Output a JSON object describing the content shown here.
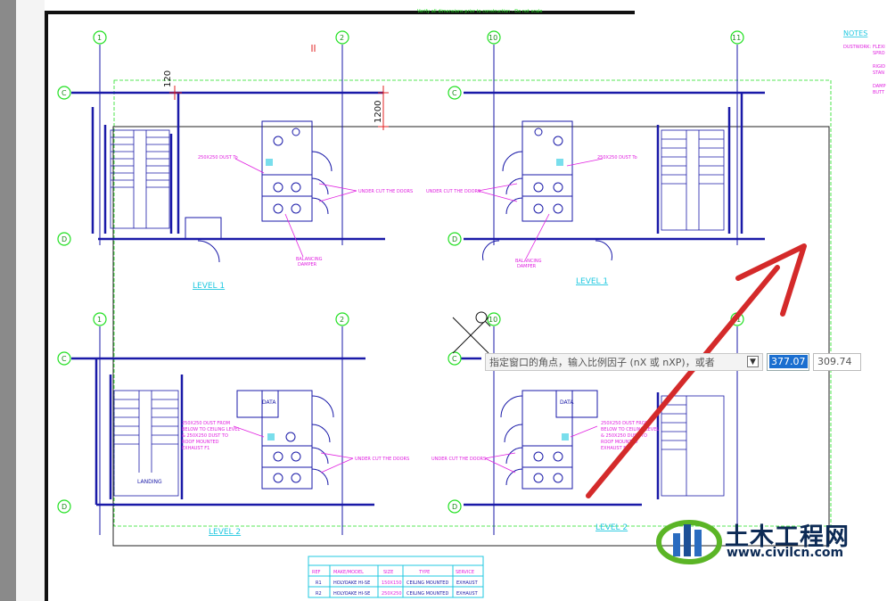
{
  "sheet": {
    "header_note": "Verify all dimensions prior to construction - Do not scale"
  },
  "grid": {
    "bubbles": [
      "1",
      "2",
      "10",
      "11",
      "1",
      "2",
      "10",
      "11",
      "C",
      "D",
      "C",
      "D",
      "C",
      "D",
      "C",
      "D"
    ]
  },
  "dimensions": {
    "d1": "120",
    "d2": "1200"
  },
  "levels": {
    "l1_left": "LEVEL 1",
    "l1_right": "LEVEL 1",
    "l2_left": "LEVEL 2",
    "l2_right": "LEVEL 2"
  },
  "annotations": {
    "duct1": "250X250 DUST To",
    "duct2": "250X250 DUST To",
    "undercut1": "UNDER CUT THE DOORS",
    "undercut2": "UNDER CUT THE DOORS",
    "undercut3": "UNDER CUT THE DOORS",
    "undercut4": "UNDER CUT THE DOORS",
    "balancing1": "BALANCING",
    "balancing1b": "DAMPER",
    "balancing2": "BALANCING",
    "balancing2b": "DAMPER",
    "exhaust_left": [
      "250X250 DUST FROM",
      "BELOW TO CEILING LEVEL",
      "& 250X250 DUST TO",
      "ROOF MOUNTED",
      "EXHAUST F1"
    ],
    "exhaust_right": [
      "250X250 DUST FROM",
      "BELOW TO CEILING LEVEL",
      "& 250X250 DUST TO",
      "ROOF MOUNTED",
      "EXHAUST F1"
    ],
    "data1": "DATA",
    "data2": "DATA",
    "landing": "LANDING"
  },
  "notes": {
    "title": "NOTES",
    "line1a": "DUSTWORK:",
    "line1b": "FLEXI",
    "line1c": "SPRO",
    "line2a": "RIGID",
    "line2b": "STAN",
    "line3a": "DAMP",
    "line3b": "BUTT"
  },
  "schedule": {
    "headers": [
      "REF",
      "MAKE/MODEL",
      "SIZE",
      "TYPE",
      "SERVICE"
    ],
    "rows": [
      [
        "R1",
        "HOLYOAKE HI-SE",
        "150X150",
        "CEILING MOUNTED",
        "EXHAUST"
      ],
      [
        "R2",
        "HOLYOAKE HI-SE",
        "250X250",
        "CEILING MOUNTED",
        "EXHAUST"
      ]
    ]
  },
  "command": {
    "prompt": "指定窗口的角点，输入比例因子 (nX 或 nXP)，或者",
    "icon": "down-arrow-icon",
    "x_value": "377.07",
    "y_value": "309.74"
  },
  "watermark": {
    "title": "土木工程网",
    "url": "www.civilcn.com"
  },
  "colors": {
    "wall": "#1a1aa8",
    "grid": "#20e020",
    "annotation": "#e020e0",
    "level": "#20c8e0",
    "arrow": "#d42a2a",
    "highlight": "#1b6fd0"
  }
}
